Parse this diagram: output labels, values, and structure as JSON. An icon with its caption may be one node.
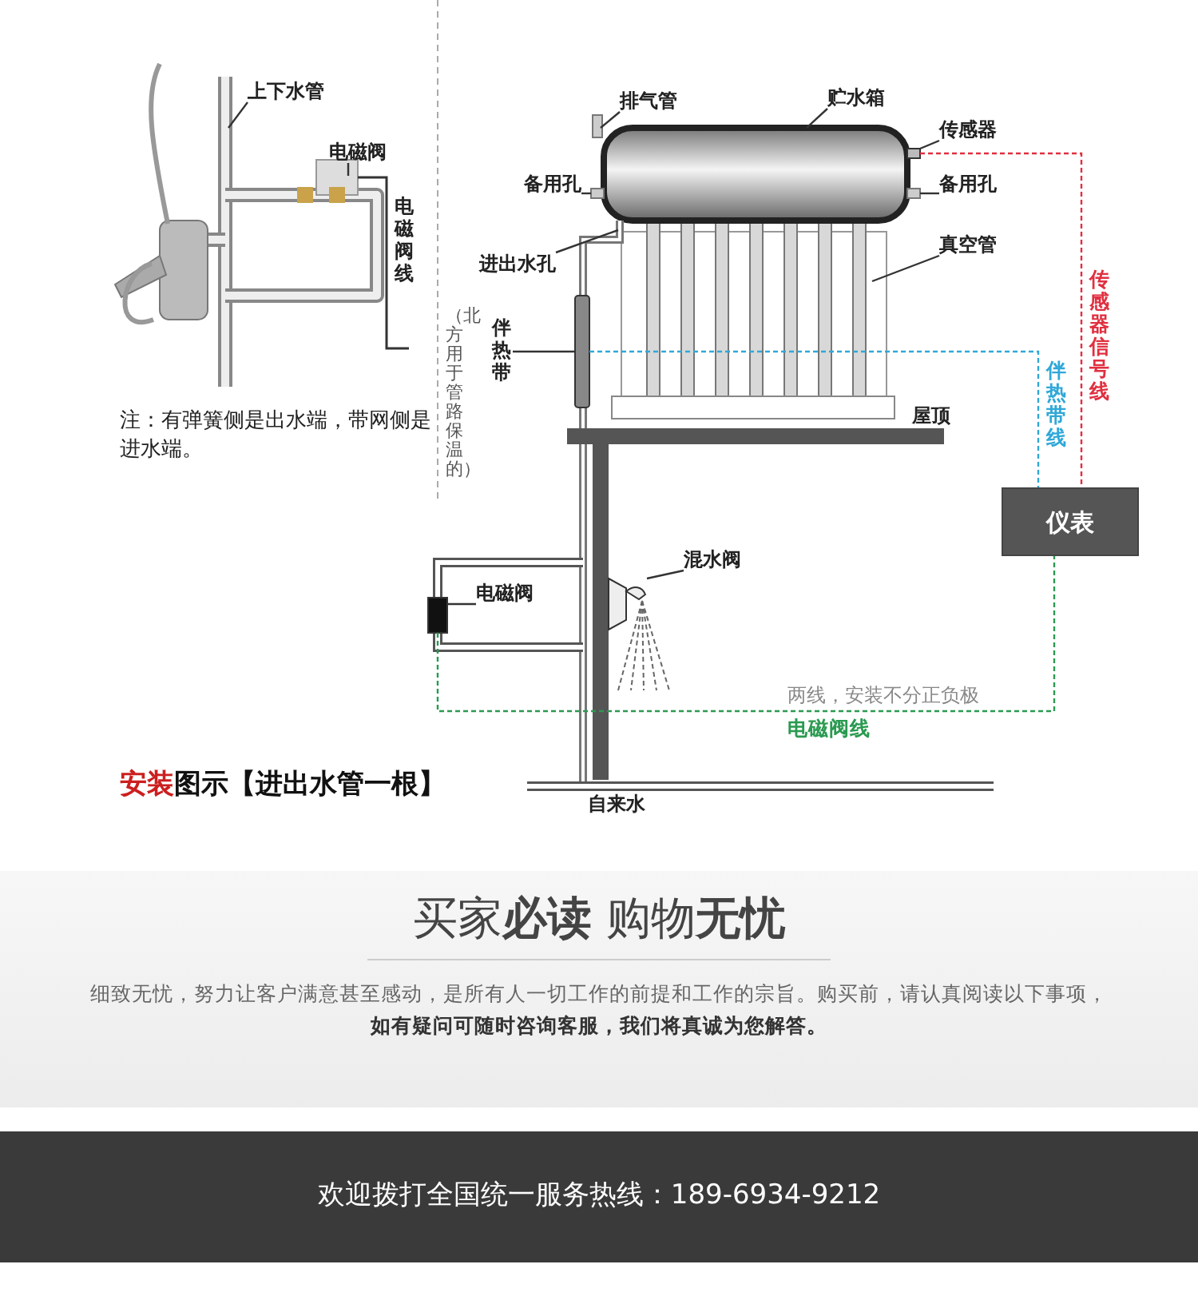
{
  "diagram": {
    "title": "安装图示【进出水管一根】",
    "nodes": [
      {
        "text": [
          "仪表"
        ]
      },
      {
        "text": [],
        "shape": "box"
      },
      {
        "text": [],
        "shape": "bar"
      },
      {
        "text": [],
        "shape": "box"
      },
      {
        "text": [
          "上下水管"
        ]
      },
      {
        "text": [
          "电磁阀"
        ]
      },
      {
        "text": [
          "排气管"
        ]
      },
      {
        "text": [
          "贮水箱"
        ]
      },
      {
        "text": [
          "传感器"
        ]
      },
      {
        "text": [
          "备用孔"
        ]
      },
      {
        "text": [
          "备用孔"
        ]
      },
      {
        "text": [
          "进出水孔"
        ]
      },
      {
        "text": [
          "真空管"
        ]
      },
      {
        "text": [
          "伴热带"
        ]
      },
      {
        "text": [
          "混水阀"
        ]
      },
      {
        "text": [
          "电磁阀"
        ]
      },
      {
        "text": [],
        "shape": "picture"
      }
    ],
    "edges": [
      {
        "from": 1,
        "to": 0,
        "arrow": "none",
        "label": "传感器信号线",
        "style": "dashed",
        "color": "#e03040"
      },
      {
        "from": 2,
        "to": 0,
        "arrow": "none",
        "label": "伴热带线",
        "style": "dashed",
        "color": "#30a8d8"
      },
      {
        "from": 3,
        "to": 0,
        "arrow": "none",
        "label": "电磁阀线",
        "style": "dashed",
        "color": "#2a9a50"
      },
      {
        "from": 4,
        "to": null,
        "arrow": "none"
      },
      {
        "from": 5,
        "to": null,
        "arrow": "none"
      },
      {
        "from": 6,
        "to": null,
        "arrow": "none"
      },
      {
        "from": 7,
        "to": null,
        "arrow": "none"
      },
      {
        "from": 8,
        "to": 1,
        "arrow": "none"
      },
      {
        "from": 9,
        "to": null,
        "arrow": "none"
      },
      {
        "from": 10,
        "to": null,
        "arrow": "none"
      },
      {
        "from": 11,
        "to": null,
        "arrow": "none"
      },
      {
        "from": 12,
        "to": null,
        "arrow": "none"
      },
      {
        "from": 13,
        "to": 2,
        "arrow": "none"
      },
      {
        "from": 14,
        "to": 16,
        "arrow": "none"
      },
      {
        "from": 15,
        "to": 3,
        "arrow": "none"
      }
    ],
    "labels": [
      "电磁阀线",
      "（北方用于管路保温的）",
      "注：有弹簧侧是出水端，带网侧是进水端。",
      "屋顶",
      "两线，安装不分正负极",
      "自来水",
      "买家**必读** 购物**无忧**",
      "细致无忧，努力让客户满意甚至感动，是所有人一切工作的前提和工作的宗旨。购买前，请认真阅读以下事项，",
      "如有疑问可随时咨询客服，我们将真诚为您解答。",
      "欢迎拨打全国统一服务热线：189-6934-9212"
    ]
  }
}
